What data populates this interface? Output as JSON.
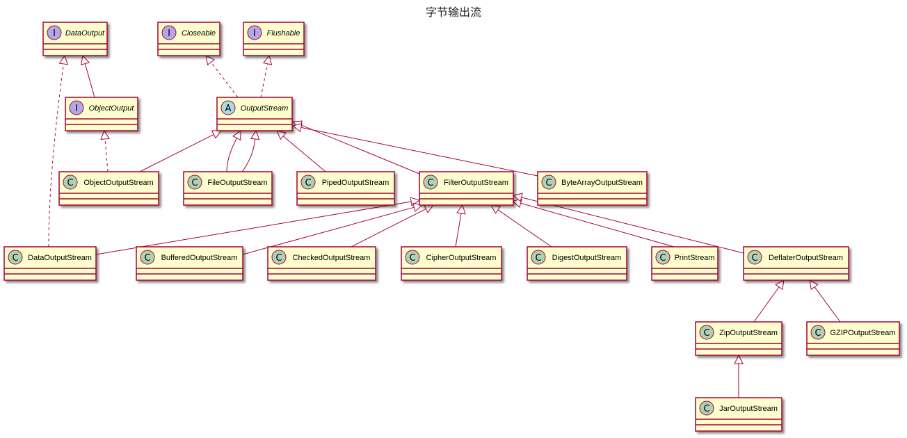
{
  "title": "字节输出流",
  "colors": {
    "box_fill": "#FEFECE",
    "box_stroke": "#A80036",
    "edge": "#A80036",
    "interface_badge": "#B4A7E5",
    "abstract_badge": "#A9DCDF",
    "class_badge": "#ADD1B2"
  },
  "nodes": [
    {
      "id": "DataOutput",
      "label": "DataOutput",
      "kind": "interface",
      "badge": "I"
    },
    {
      "id": "Closeable",
      "label": "Closeable",
      "kind": "interface",
      "badge": "I"
    },
    {
      "id": "Flushable",
      "label": "Flushable",
      "kind": "interface",
      "badge": "I"
    },
    {
      "id": "ObjectOutput",
      "label": "ObjectOutput",
      "kind": "interface",
      "badge": "I"
    },
    {
      "id": "OutputStream",
      "label": "OutputStream",
      "kind": "abstract",
      "badge": "A"
    },
    {
      "id": "ObjectOutputStream",
      "label": "ObjectOutputStream",
      "kind": "class",
      "badge": "C"
    },
    {
      "id": "FileOutputStream",
      "label": "FileOutputStream",
      "kind": "class",
      "badge": "C"
    },
    {
      "id": "PipedOutputStream",
      "label": "PipedOutputStream",
      "kind": "class",
      "badge": "C"
    },
    {
      "id": "FilterOutputStream",
      "label": "FilterOutputStream",
      "kind": "class",
      "badge": "C"
    },
    {
      "id": "ByteArrayOutputStream",
      "label": "ByteArrayOutputStream",
      "kind": "class",
      "badge": "C"
    },
    {
      "id": "DataOutputStream",
      "label": "DataOutputStream",
      "kind": "class",
      "badge": "C"
    },
    {
      "id": "BufferedOutputStream",
      "label": "BufferedOutputStream",
      "kind": "class",
      "badge": "C"
    },
    {
      "id": "CheckedOutputStream",
      "label": "CheckedOutputStream",
      "kind": "class",
      "badge": "C"
    },
    {
      "id": "CipherOutputStream",
      "label": "CipherOutputStream",
      "kind": "class",
      "badge": "C"
    },
    {
      "id": "DigestOutputStream",
      "label": "DigestOutputStream",
      "kind": "class",
      "badge": "C"
    },
    {
      "id": "PrintStream",
      "label": "PrintStream",
      "kind": "class",
      "badge": "C"
    },
    {
      "id": "DeflaterOutputStream",
      "label": "DeflaterOutputStream",
      "kind": "class",
      "badge": "C"
    },
    {
      "id": "ZipOutputStream",
      "label": "ZipOutputStream",
      "kind": "class",
      "badge": "C"
    },
    {
      "id": "GZIPOutputStream",
      "label": "GZIPOutputStream",
      "kind": "class",
      "badge": "C"
    },
    {
      "id": "JarOutputStream",
      "label": "JarOutputStream",
      "kind": "class",
      "badge": "C"
    }
  ],
  "edges": [
    {
      "from": "ObjectOutput",
      "to": "DataOutput",
      "style": "solid"
    },
    {
      "from": "DataOutputStream",
      "to": "DataOutput",
      "style": "dashed"
    },
    {
      "from": "OutputStream",
      "to": "Closeable",
      "style": "dashed"
    },
    {
      "from": "OutputStream",
      "to": "Flushable",
      "style": "dashed"
    },
    {
      "from": "ObjectOutputStream",
      "to": "ObjectOutput",
      "style": "dashed"
    },
    {
      "from": "ObjectOutputStream",
      "to": "OutputStream",
      "style": "solid"
    },
    {
      "from": "FileOutputStream",
      "to": "OutputStream",
      "style": "solid"
    },
    {
      "from": "FileOutputStream",
      "to": "OutputStream",
      "style": "solid"
    },
    {
      "from": "PipedOutputStream",
      "to": "OutputStream",
      "style": "solid"
    },
    {
      "from": "FilterOutputStream",
      "to": "OutputStream",
      "style": "solid"
    },
    {
      "from": "ByteArrayOutputStream",
      "to": "OutputStream",
      "style": "solid"
    },
    {
      "from": "DataOutputStream",
      "to": "FilterOutputStream",
      "style": "solid"
    },
    {
      "from": "BufferedOutputStream",
      "to": "FilterOutputStream",
      "style": "solid"
    },
    {
      "from": "CheckedOutputStream",
      "to": "FilterOutputStream",
      "style": "solid"
    },
    {
      "from": "CipherOutputStream",
      "to": "FilterOutputStream",
      "style": "solid"
    },
    {
      "from": "DigestOutputStream",
      "to": "FilterOutputStream",
      "style": "solid"
    },
    {
      "from": "PrintStream",
      "to": "FilterOutputStream",
      "style": "solid"
    },
    {
      "from": "DeflaterOutputStream",
      "to": "FilterOutputStream",
      "style": "solid"
    },
    {
      "from": "ZipOutputStream",
      "to": "DeflaterOutputStream",
      "style": "solid"
    },
    {
      "from": "GZIPOutputStream",
      "to": "DeflaterOutputStream",
      "style": "solid"
    },
    {
      "from": "JarOutputStream",
      "to": "ZipOutputStream",
      "style": "solid"
    }
  ]
}
